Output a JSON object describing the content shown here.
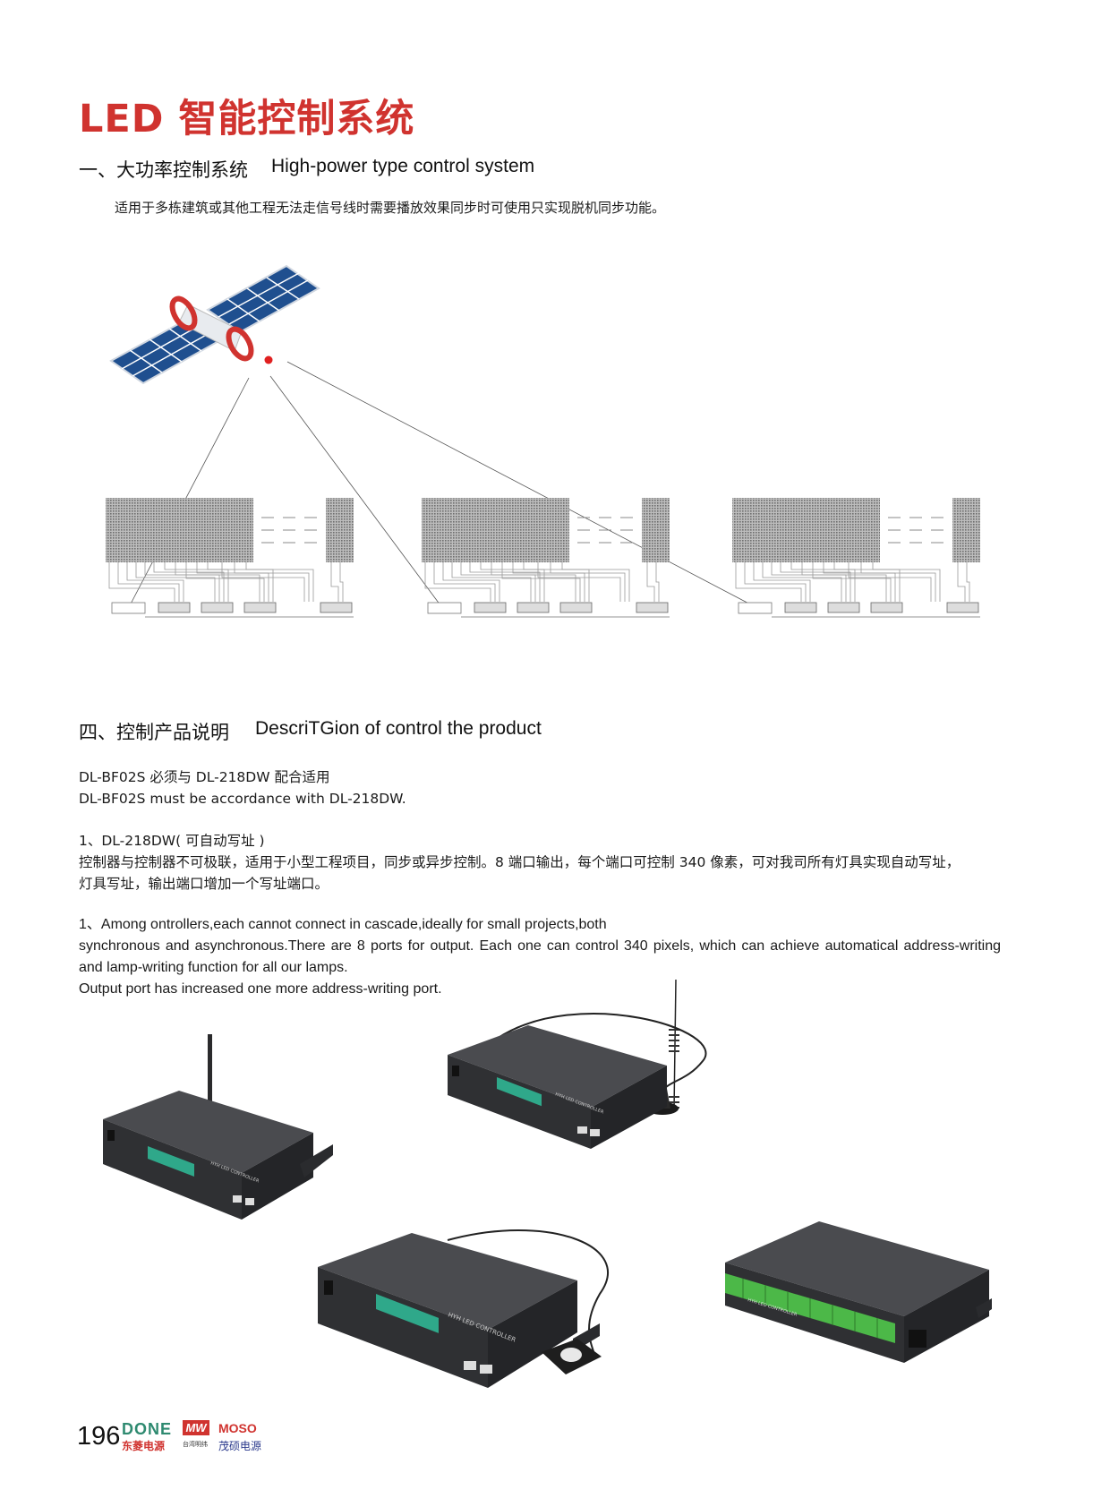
{
  "title": "LED 智能控制系统",
  "section1": {
    "heading_cn": "一、大功率控制系统",
    "heading_en": "High-power type control system",
    "description": "适用于多栋建筑或其他工程无法走信号线时需要播放效果同步时可使用只实现脱机同步功能。"
  },
  "section4": {
    "heading_cn": "四、控制产品说明",
    "heading_en": "DescriTGion of control the product",
    "compat_cn": "DL-BF02S 必须与 DL-218DW 配合适用",
    "compat_en": "DL-BF02S must be accordance with DL-218DW.",
    "item1_title": "1、DL-218DW( 可自动写址 )",
    "item1_cn_line1": "控制器与控制器不可极联，适用于小型工程项目，同步或异步控制。8 端口输出，每个端口可控制 340 像素，可对我司所有灯具实现自动写址，",
    "item1_cn_line2": "灯具写址，输出端口增加一个写址端口。",
    "item1_en_line1": "1、Among ontrollers,each cannot connect in cascade,ideally for small projects,both",
    "item1_en_line2": "synchronous and asynchronous.There are 8 ports for output. Each one can control 340 pixels, which can achieve automatical address-writing and lamp-writing function for all our lamps.",
    "item1_en_line3": "Output port has increased one more address-writing port."
  },
  "devices": {
    "label": "HYH LED CONTROLLER",
    "label_wide": "HYH LED CONTROLLER"
  },
  "footer": {
    "page_number": "196",
    "brand1": "DONE",
    "brand1_cn": "东菱电源",
    "brand2": "MW",
    "brand2_cn": "台湾明纬",
    "brand3": "MOSO",
    "brand3_cn": "茂硕电源"
  },
  "colors": {
    "title_red": "#d0332f",
    "device_body": "#3a3b3e",
    "screen_green": "#2fa88a",
    "terminal_green": "#4cb848",
    "panel_blue": "#1f4f8f"
  }
}
